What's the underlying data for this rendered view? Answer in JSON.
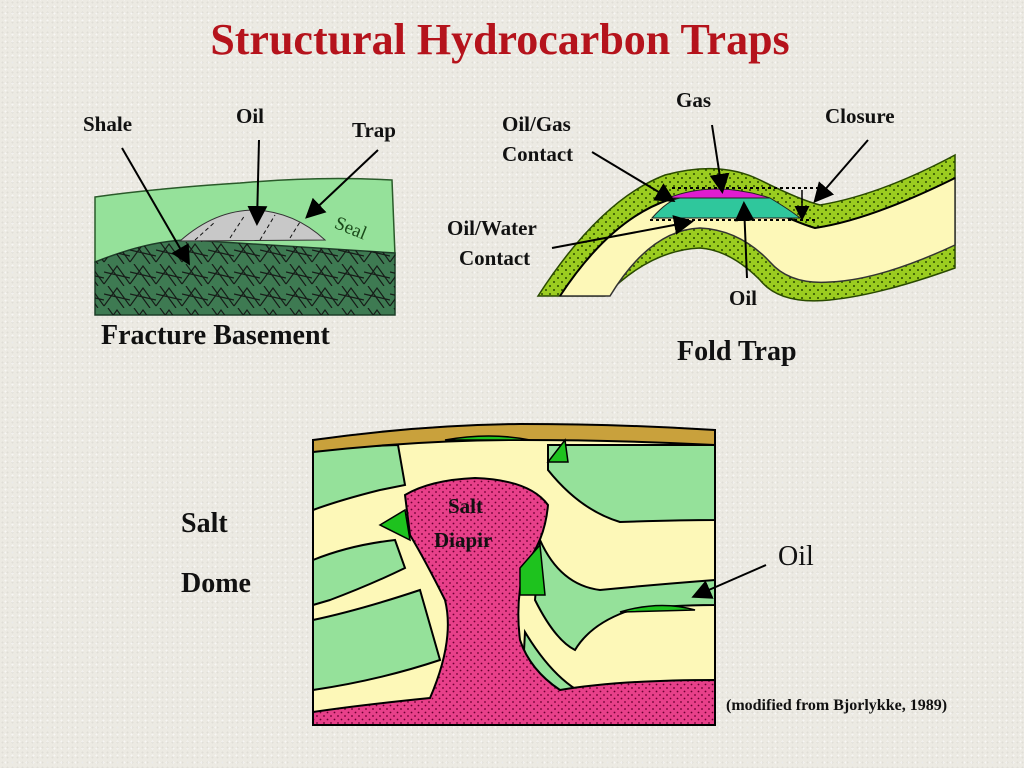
{
  "title": "Structural Hydrocarbon Traps",
  "fracture": {
    "shale": "Shale",
    "oil": "Oil",
    "trap": "Trap",
    "seal": "Seal",
    "caption": "Fracture Basement"
  },
  "fold": {
    "gas": "Gas",
    "closure": "Closure",
    "oil_gas_1": "Oil/Gas",
    "oil_gas_2": "Contact",
    "oil_water_1": "Oil/Water",
    "oil_water_2": "Contact",
    "oil": "Oil",
    "caption": "Fold Trap"
  },
  "salt": {
    "salt_word": "Salt",
    "dome_word": "Dome",
    "diapir_1": "Salt",
    "diapir_2": "Diapir",
    "oil": "Oil",
    "source": "(modified from Bjorlykke, 1989)"
  },
  "colors": {
    "title": "#b5131c",
    "shale_green": "#95e19a",
    "basement_green": "#3e7a52",
    "oil_gray": "#c8c8c8",
    "fold_green": "#9bcc20",
    "fold_yellow": "#fdf8b8",
    "gas_magenta": "#e01cd0",
    "oil_cyan": "#2fc79c",
    "salt_pink": "#e8408a",
    "oil_green": "#1ec21e",
    "top_layer_brown": "#c9a13c"
  }
}
